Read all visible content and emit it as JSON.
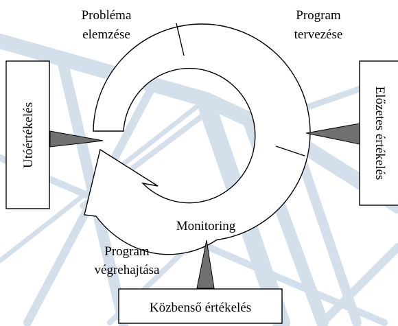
{
  "diagram": {
    "cycle_phases": [
      {
        "line1": "Probléma",
        "line2": "elemzése"
      },
      {
        "line1": "Program",
        "line2": "tervezése"
      },
      {
        "line1": "Program",
        "line2": "végrehajtása"
      }
    ],
    "monitoring": "Monitoring",
    "evaluations": {
      "left": "Utóértékelés",
      "right": "Előzetes értékelés",
      "bottom": "Közbenső értékelés"
    }
  },
  "colors": {
    "background_pattern": "#c9d6e6",
    "box_border": "#000000",
    "pointer_fill": "#707070"
  }
}
